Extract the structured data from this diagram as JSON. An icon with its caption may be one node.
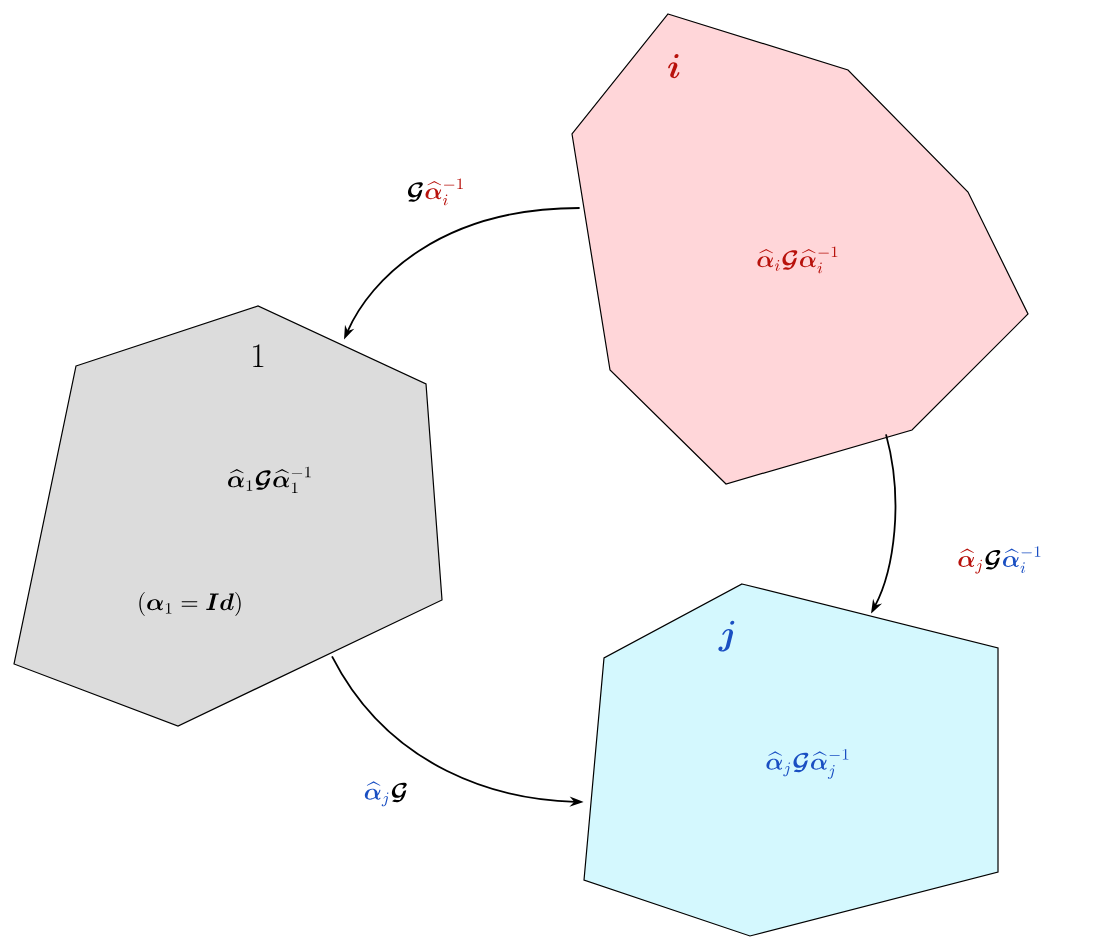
{
  "diagram": {
    "nodes": [
      {
        "text": [
          "\\boldsymbol{i}",
          "\\widehat{\\boldsymbol{\\alpha}}_i\\boldsymbol{\\mathcal{G}}\\widehat{\\boldsymbol{\\alpha}}_i^{-1}"
        ]
      },
      {
        "text": [
          "1",
          "\\widehat{\\boldsymbol{\\alpha}}_1\\boldsymbol{\\mathcal{G}}\\widehat{\\boldsymbol{\\alpha}}_1^{-1}",
          "(\\boldsymbol{\\alpha}_1 = \\boldsymbol{Id})"
        ]
      },
      {
        "text": [
          "\\boldsymbol{j}",
          "\\widehat{\\boldsymbol{\\alpha}}_j\\boldsymbol{\\mathcal{G}}\\widehat{\\boldsymbol{\\alpha}}_j^{-1}"
        ]
      }
    ],
    "edges": [
      {
        "from": 0,
        "to": 1,
        "arrow": "to",
        "label": "\\boldsymbol{\\mathcal{G}}{\\color{cr}\\widehat{\\boldsymbol{\\alpha}}_i^{-1}}"
      },
      {
        "from": 0,
        "to": 2,
        "arrow": "to",
        "label": "{\\color{cr}\\widehat{\\boldsymbol{\\alpha}}_j}\\boldsymbol{\\mathcal{G}}{\\color{cb}\\widehat{\\boldsymbol{\\alpha}}_i^{-1}}"
      },
      {
        "from": 1,
        "to": 2,
        "arrow": "to",
        "label": "{\\color{cb}\\widehat{\\boldsymbol{\\alpha}}_j}\\boldsymbol{\\mathcal{G}}"
      }
    ]
  }
}
